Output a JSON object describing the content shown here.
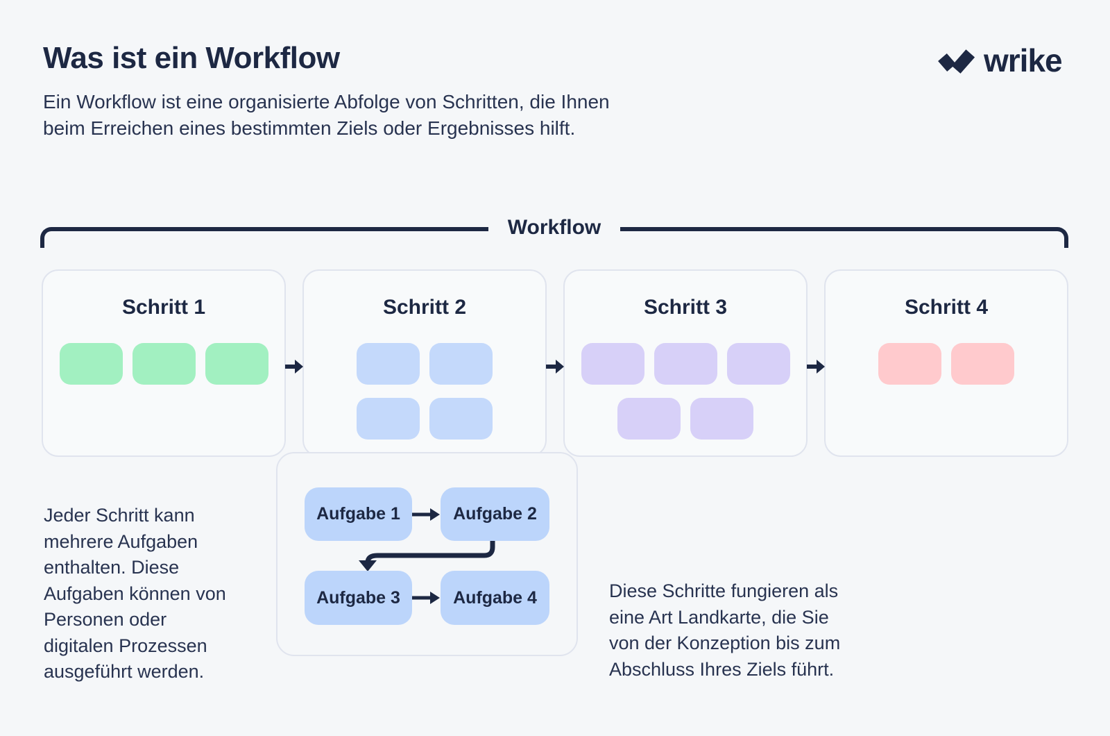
{
  "page": {
    "title": "Was ist ein Workflow",
    "subtitle_lines": [
      "Ein Workflow ist eine organisierte Abfolge von Schritten, die Ihnen",
      "beim Erreichen eines bestimmten Ziels oder Ergebnisses hilft."
    ]
  },
  "brand": {
    "name": "wrike"
  },
  "workflow": {
    "label": "Workflow",
    "steps": [
      {
        "label": "Schritt 1",
        "block_color": "#A2F0C1",
        "rows": [
          3
        ]
      },
      {
        "label": "Schritt 2",
        "block_color": "#C4D9FB",
        "rows": [
          2,
          2
        ]
      },
      {
        "label": "Schritt 3",
        "block_color": "#D7D0F8",
        "rows": [
          3,
          2
        ]
      },
      {
        "label": "Schritt 4",
        "block_color": "#FFCACD",
        "rows": [
          2
        ]
      }
    ]
  },
  "tasks": {
    "items": [
      "Aufgabe 1",
      "Aufgabe 2",
      "Aufgabe 3",
      "Aufgabe 4"
    ],
    "box_color": "#BCD5FB"
  },
  "notes": {
    "left_lines": [
      "Jeder Schritt kann",
      "mehrere Aufgaben",
      "enthalten. Diese",
      "Aufgaben können von",
      "Personen oder",
      "digitalen Prozessen",
      "ausgeführt werden."
    ],
    "right_lines": [
      "Diese Schritte fungieren als",
      "eine Art Landkarte, die Sie",
      "von der Konzeption bis zum",
      "Abschluss Ihres Ziels führt."
    ]
  },
  "colors": {
    "page_bg": "#F5F7F9",
    "card_bg": "#F8FAFB",
    "card_border": "#E0E4EE",
    "navy": "#1D2843",
    "body_text": "#283350"
  }
}
